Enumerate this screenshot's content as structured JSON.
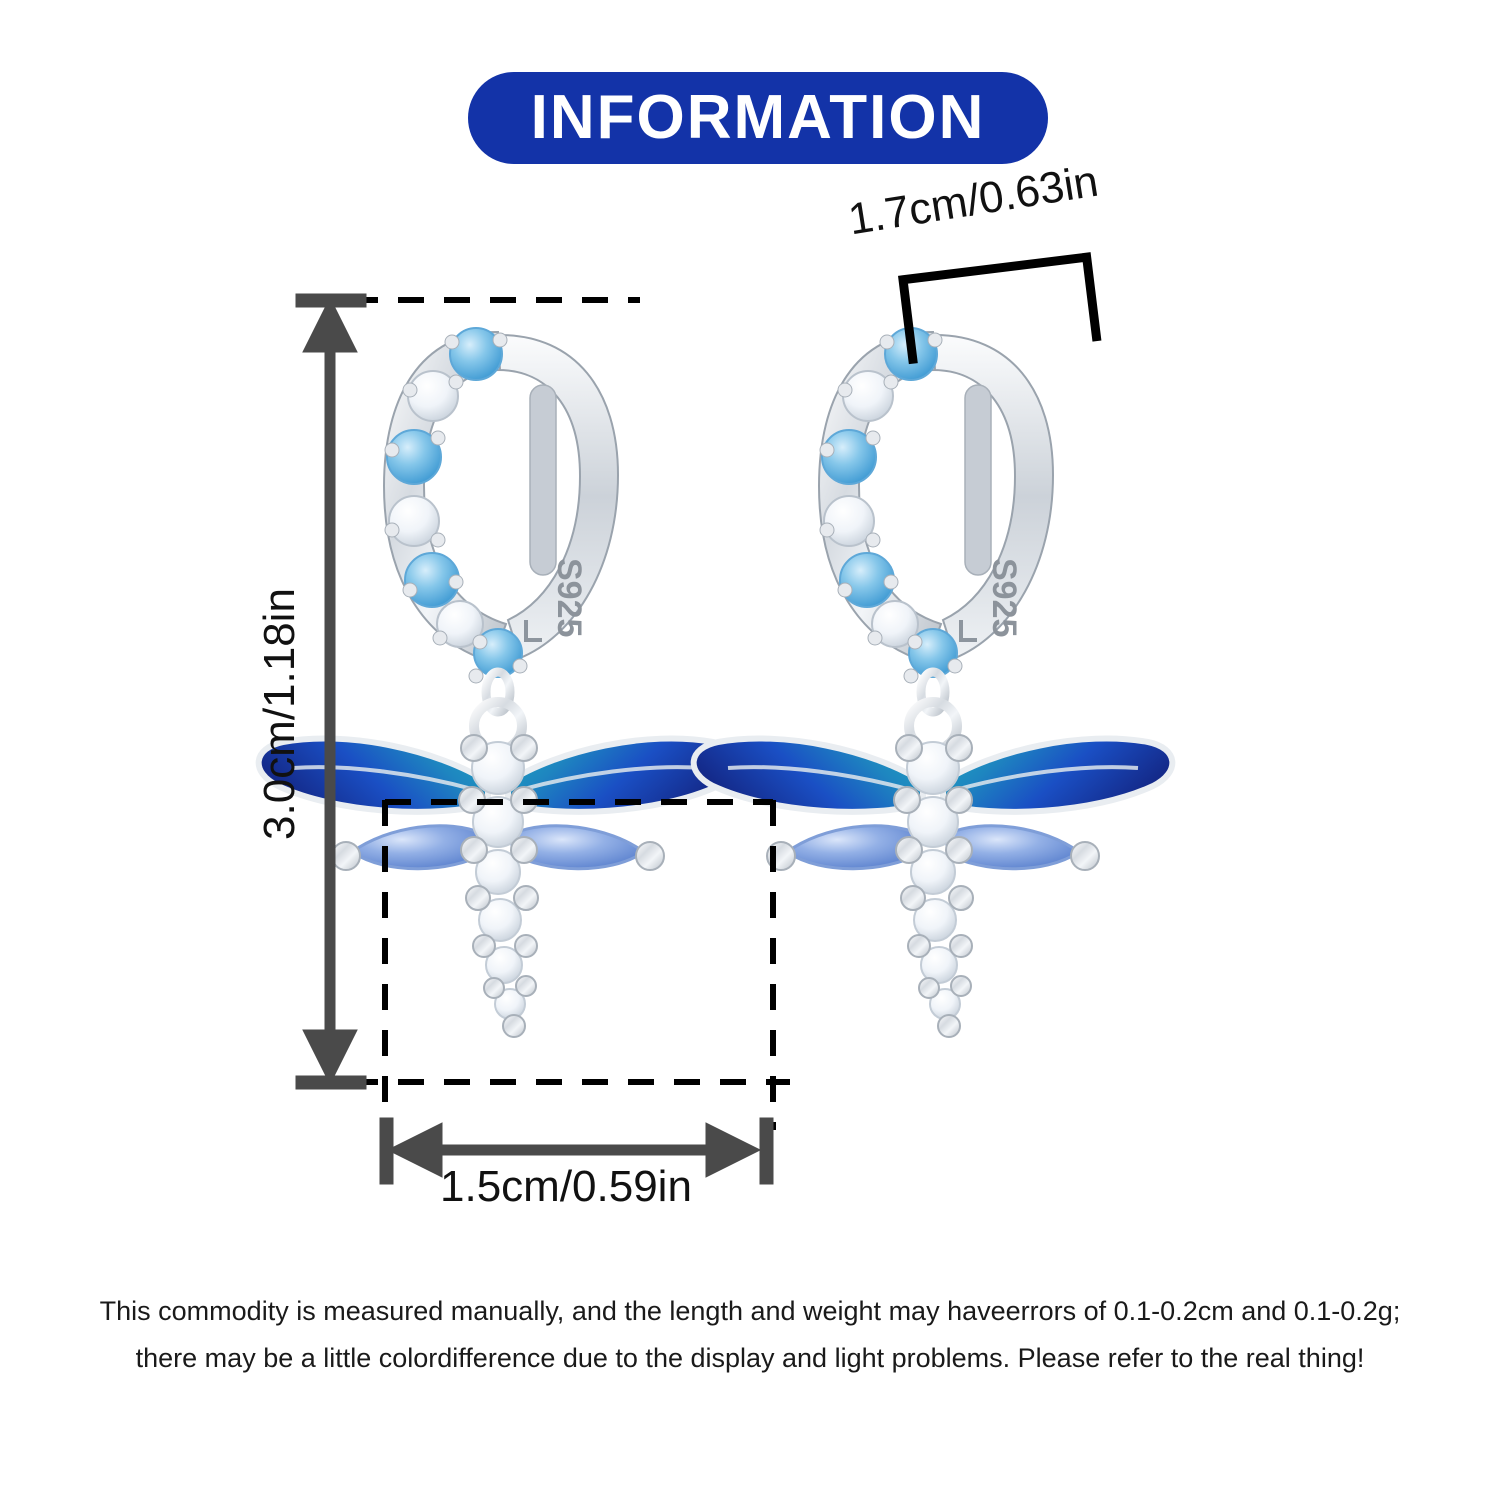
{
  "header": {
    "badge_label": "INFORMATION",
    "badge_color": "#1333a8",
    "badge_text_color": "#ffffff"
  },
  "product": {
    "name": "dragonfly-drop-hoop-earrings",
    "metal_stamp": "S925",
    "metal_color": "#d9dde2",
    "gem_blue": "#7ec3e8",
    "gem_clear": "#f4f7fb",
    "wing_teal": "#1f9bb5",
    "wing_blue": "#1a4fc4",
    "wing_navy": "#152a8c",
    "wing_marquise": "#89a8e0"
  },
  "measurements": {
    "width_top": "1.7cm/0.63in",
    "height_left": "3.0cm/1.18in",
    "width_bottom": "1.5cm/0.59in",
    "arrow_color": "#4a4a4a",
    "guide_color": "#000000"
  },
  "disclaimer": {
    "line1": "This commodity is measured manually, and the length and weight may haveerrors of 0.1-0.2cm and 0.1-0.2g;",
    "line2": "there may be a little colordifference due to the display and light problems. Please refer to the real thing!"
  }
}
